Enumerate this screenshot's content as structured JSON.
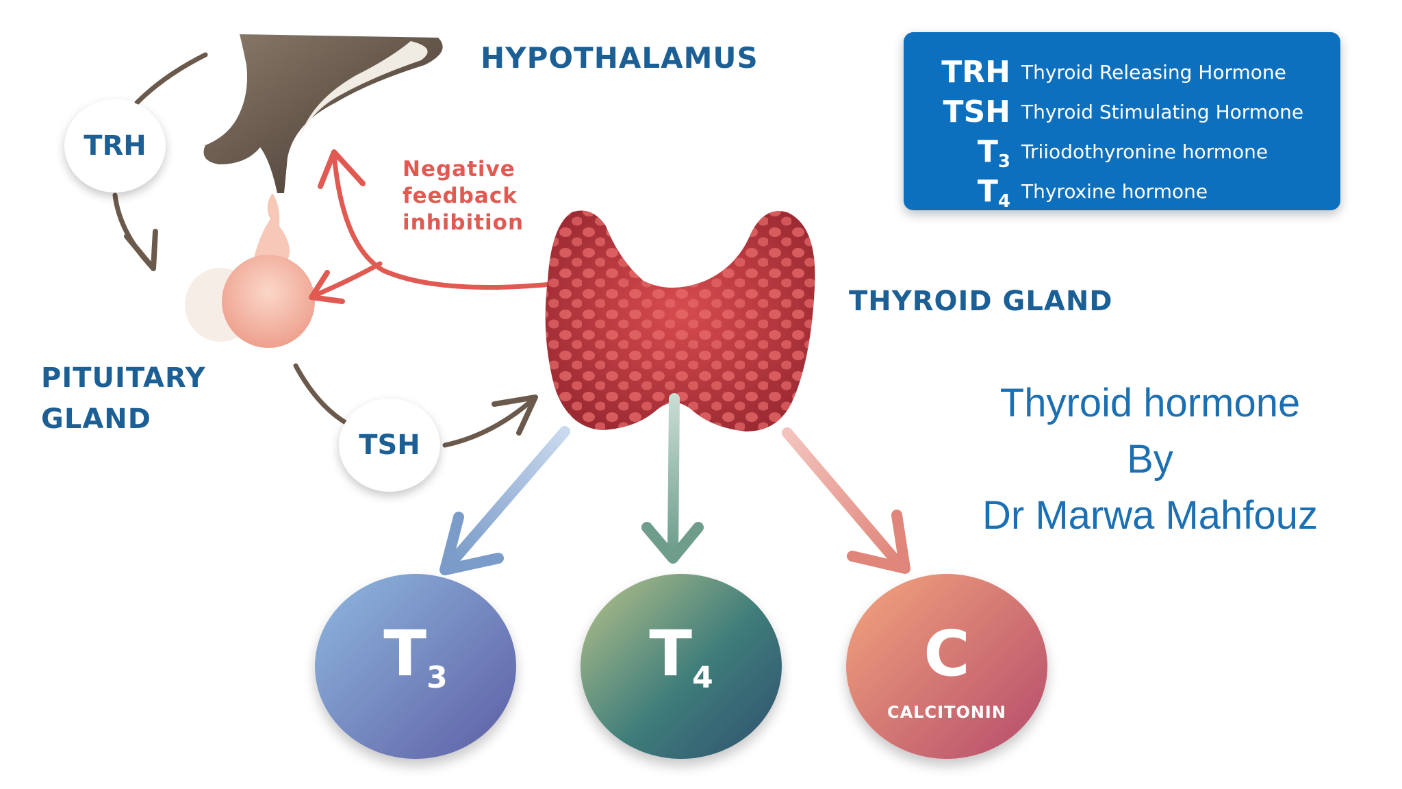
{
  "labels": {
    "hypothalamus": "HYPOTHALAMUS",
    "pituitary_line1": "PITUITARY",
    "pituitary_line2": "GLAND",
    "thyroid_gland": "THYROID GLAND",
    "trh_bubble": "TRH",
    "tsh_bubble": "TSH",
    "feedback_line1": "Negative",
    "feedback_line2": "feedback",
    "feedback_line3": "inhibition"
  },
  "legend": {
    "items": [
      {
        "abbr": "TRH",
        "sub": "",
        "desc": "Thyroid Releasing Hormone"
      },
      {
        "abbr": "TSH",
        "sub": "",
        "desc": "Thyroid Stimulating Hormone"
      },
      {
        "abbr": "T",
        "sub": "3",
        "desc": "Triiodothyronine hormone"
      },
      {
        "abbr": "T",
        "sub": "4",
        "desc": "Thyroxine hormone"
      }
    ]
  },
  "hormones": {
    "t3": {
      "letter": "T",
      "sub": "3"
    },
    "t4": {
      "letter": "T",
      "sub": "4"
    },
    "calcitonin": {
      "letter": "C",
      "name": "CALCITONIN"
    }
  },
  "title": {
    "line1": "Thyroid hormone",
    "line2": "By",
    "line3": "Dr Marwa Mahfouz"
  },
  "colors": {
    "label_blue": "#1c5f95",
    "legend_bg": "#0d70bf",
    "feedback_red": "#e05a52",
    "arrow_brown": "#6b5a4c",
    "title_blue": "#1b6fb3"
  }
}
